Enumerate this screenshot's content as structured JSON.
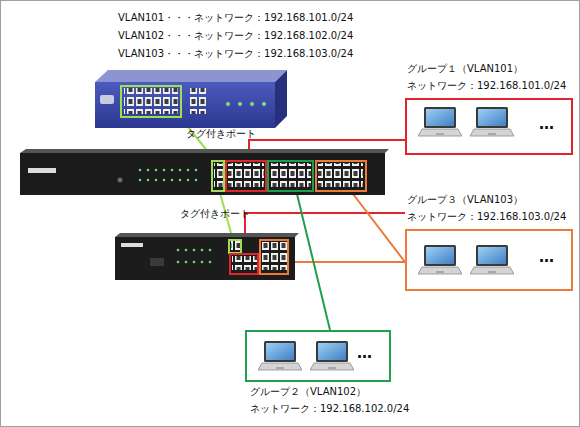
{
  "diagram": {
    "nodes": [
      {
        "text": [
          "グループ１（VLAN101）",
          "ネットワーク：192.168.101.0/24",
          "…"
        ]
      },
      {
        "text": [
          "グループ３（VLAN103）",
          "ネットワーク：192.168.103.0/24",
          "…"
        ]
      },
      {
        "text": [
          "グループ２（VLAN102）",
          "ネットワーク：192.168.102.0/24",
          "…"
        ]
      }
    ],
    "labels": [
      "VLAN101・・・ネットワーク：192.168.101.0/24",
      "VLAN102・・・ネットワーク：192.168.102.0/24",
      "VLAN103・・・ネットワーク：192.168.103.0/24",
      "タグ付きポート",
      "タグ付きポート"
    ]
  }
}
